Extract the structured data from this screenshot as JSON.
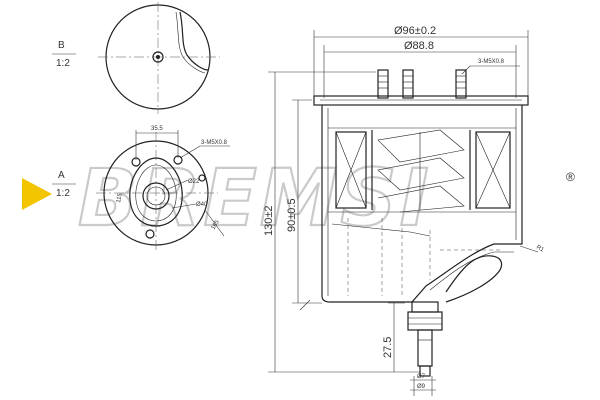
{
  "views": {
    "b_label": "B",
    "b_scale": "1:2",
    "a_label": "A",
    "a_scale": "1:2"
  },
  "front_view": {
    "dim_35_5": "35.5",
    "thread_top": "3-M5X0.8",
    "dia_22": "Ø22",
    "dia_40": "Ø40",
    "len_165": "165",
    "len_115": "115"
  },
  "side_view": {
    "dia_96": "Ø96±0.2",
    "dia_88_8": "Ø88.8",
    "thread": "3-M5X0.8",
    "height_130": "130±2",
    "height_90": "90±0.5",
    "depth_27_5": "27.5",
    "radius": "R1",
    "dia_7": "Ø7",
    "dia_9": "Ø9"
  },
  "watermark": {
    "text": "BREMSI",
    "mark": "®"
  }
}
